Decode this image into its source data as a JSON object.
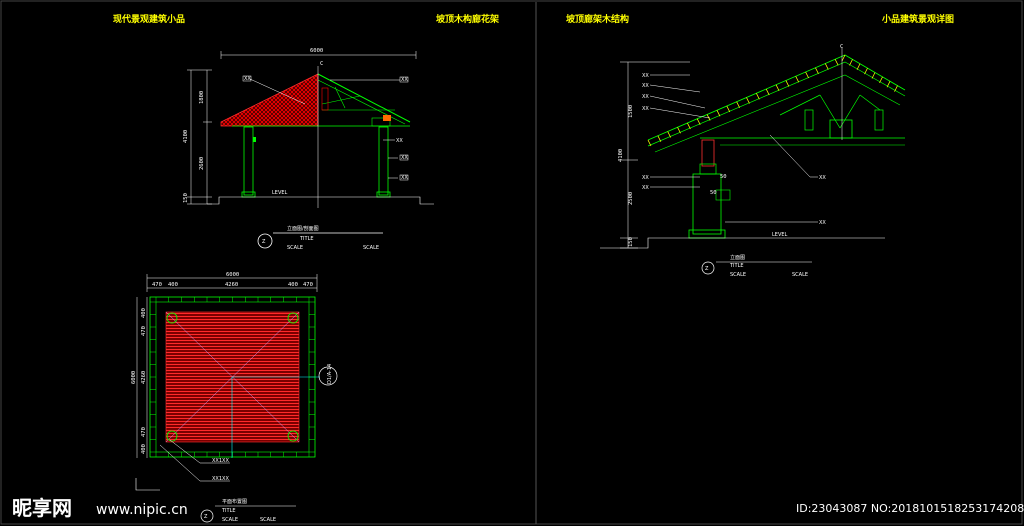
{
  "titles": {
    "top_left_a": "现代景观建筑小品",
    "top_left_b": "坡顶木构廊花架",
    "top_right_a": "坡顶廊架木结构",
    "top_right_b": "小品建筑景观详图"
  },
  "elevation_left": {
    "overall_width": "6000",
    "dims_left": [
      "1800",
      "4100",
      "2600",
      "150"
    ],
    "level": "LEVEL",
    "center_mark": "C",
    "tags": [
      "XX",
      "XX",
      "XX",
      "XX",
      "XX"
    ],
    "caption_title": "立面图/剖面图",
    "caption_sub": "TITLE",
    "caption_scale_a": "SCALE",
    "caption_scale_b": "SCALE",
    "circle_mark": "Z"
  },
  "plan": {
    "overall_width": "6000",
    "top_dims": [
      "470",
      "400",
      "4260",
      "400",
      "470"
    ],
    "left_dims": [
      "400",
      "470",
      "6000",
      "4260",
      "470",
      "400"
    ],
    "section_mark": "D1/A-14",
    "leaders": [
      "XX1XX",
      "XX1XX"
    ],
    "caption_title": "平面布置图",
    "caption_sub": "TITLE",
    "caption_scale_a": "SCALE",
    "caption_scale_b": "SCALE",
    "circle_mark": "Z"
  },
  "elevation_right": {
    "dims_left": [
      "1500",
      "4100",
      "2500",
      "150"
    ],
    "small_dims": [
      "50",
      "50"
    ],
    "level": "LEVEL",
    "center_mark": "C",
    "tags_left": [
      "XX",
      "XX",
      "XX",
      "XX",
      "XX",
      "XX"
    ],
    "tags_right": [
      "XX",
      "XX"
    ],
    "caption_title": "立面图",
    "caption_sub": "TITLE",
    "caption_scale_a": "SCALE",
    "caption_scale_b": "SCALE",
    "circle_mark": "Z"
  },
  "watermark": {
    "logo": "昵享网",
    "url": "www.nipic.cn",
    "id_text": "ID:23043087 NO:20181015182531742087"
  },
  "colors": {
    "background": "#000000",
    "title": "#ffff00",
    "structure": "#00ff00",
    "roof": "#ff0000",
    "axis": "#00ffff",
    "dim_line": "#ffffff"
  }
}
